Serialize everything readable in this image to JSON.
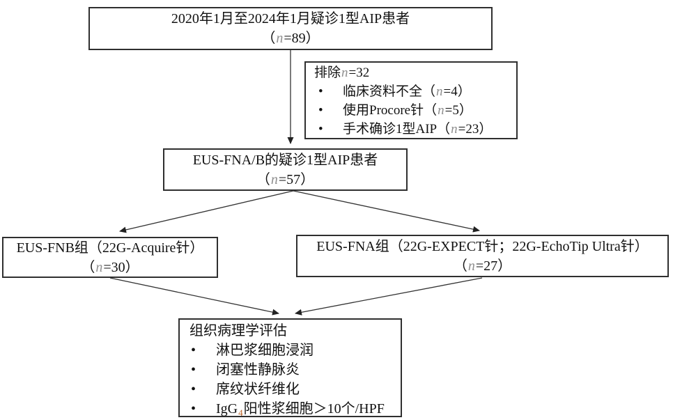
{
  "colors": {
    "text": "#111111",
    "box_border": "#2f2f2f",
    "connector_line": "#333333",
    "n_variable": "#8f8f8f",
    "igg4_subscript": "#b86125"
  },
  "boxes": {
    "initial": {
      "title": "2020年1月至2024年1月疑诊1型AIP患者",
      "n_pre": "（",
      "n_var": "n",
      "n_post": "=89）"
    },
    "excluded": {
      "header_text": "排除",
      "header_n_var": "n",
      "header_n_post": "=32",
      "bullets": [
        {
          "bullet": "•",
          "text": "临床资料不全",
          "n_pre": "（",
          "n_var": "n",
          "n_post": "=4）"
        },
        {
          "bullet": "•",
          "text": "使用Procore针",
          "n_pre": "（",
          "n_var": "n",
          "n_post": "=5）"
        },
        {
          "bullet": "•",
          "text": "手术确诊1型AIP",
          "n_pre": "（",
          "n_var": "n",
          "n_post": "=23）"
        }
      ]
    },
    "fnab": {
      "title": "EUS-FNA/B的疑诊1型AIP患者",
      "n_pre": "（",
      "n_var": "n",
      "n_post": "=57）"
    },
    "fnb": {
      "title": "EUS-FNB组（22G-Acquire针）",
      "n_pre": "（",
      "n_var": "n",
      "n_post": "=30）"
    },
    "fna": {
      "title": "EUS-FNA组（22G-EXPECT针；22G-EchoTip Ultra针）",
      "n_pre": "（",
      "n_var": "n",
      "n_post": "=27）"
    },
    "histology": {
      "header": "组织病理学评估",
      "bullets": [
        {
          "bullet": "•",
          "text": "淋巴浆细胞浸润"
        },
        {
          "bullet": "•",
          "text": "闭塞性静脉炎"
        },
        {
          "bullet": "•",
          "text": "席纹状纤维化"
        },
        {
          "bullet": "•",
          "pre": "IgG",
          "sub": "4",
          "post": "阳性浆细胞＞10个/HPF"
        }
      ]
    }
  }
}
